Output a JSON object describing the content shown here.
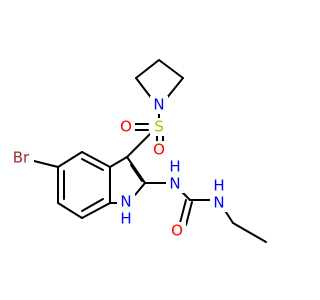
{
  "molecule": {
    "atoms": {
      "br": {
        "text": "Br",
        "color": "#a52a2a"
      },
      "nh_ring_n": {
        "text": "N",
        "color": "#0000ff"
      },
      "nh_ring_h": {
        "text": "H",
        "color": "#0000ff"
      },
      "nh_side": {
        "text": "N",
        "color": "#0000ff"
      },
      "nh_side_h": {
        "text": "H",
        "color": "#0000ff"
      },
      "nh_ethyl": {
        "text": "N",
        "color": "#0000ff"
      },
      "nh_ethyl_h": {
        "text": "H",
        "color": "#0000ff"
      },
      "o_carbonyl": {
        "text": "O",
        "color": "#ff0000"
      },
      "s": {
        "text": "S",
        "color": "#b8b800"
      },
      "o_s_left": {
        "text": "O",
        "color": "#ff0000"
      },
      "o_s_right": {
        "text": "O",
        "color": "#ff0000"
      },
      "n_pyrrolidine": {
        "text": "N",
        "color": "#0000ff"
      }
    },
    "bond_color": "#000000"
  }
}
